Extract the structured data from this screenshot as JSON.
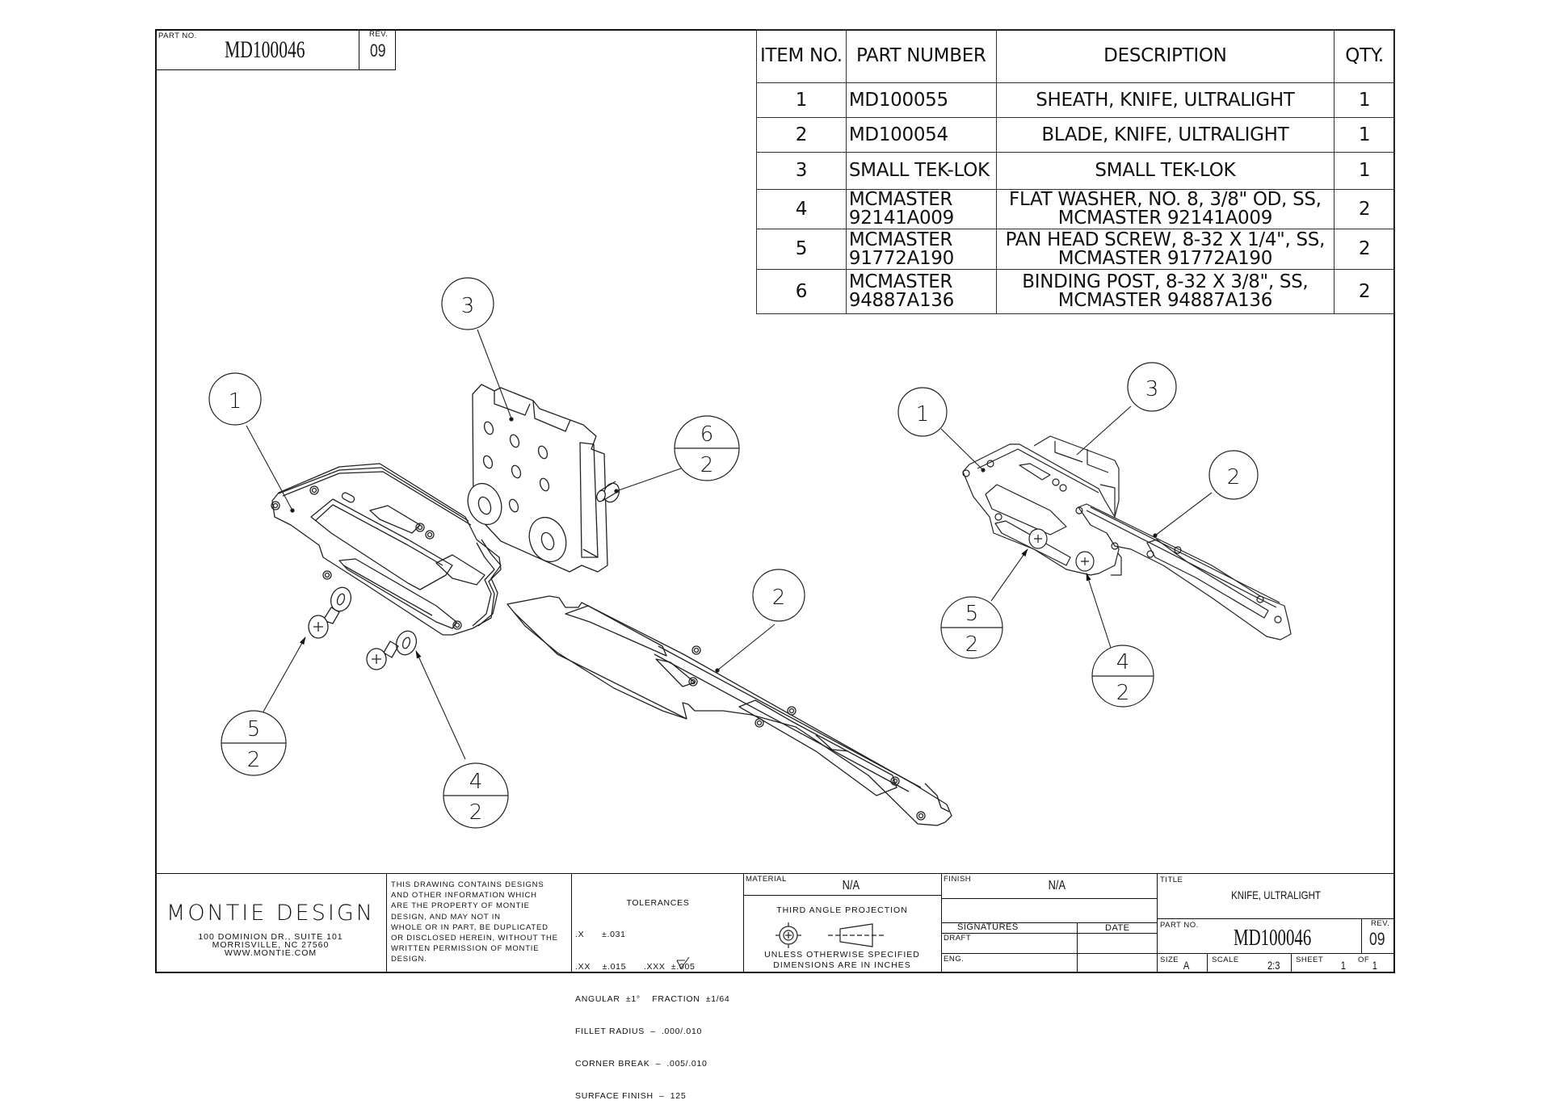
{
  "top_part_box": {
    "part_no_label": "PART NO.",
    "part_no": "MD100046",
    "rev_label": "REV.",
    "rev": "09"
  },
  "bom": {
    "headers": [
      "ITEM NO.",
      "PART NUMBER",
      "DESCRIPTION",
      "QTY."
    ],
    "rows": [
      {
        "item": "1",
        "part_line1": "MD100055",
        "part_line2": "",
        "desc_line1": "SHEATH, KNIFE, ULTRALIGHT",
        "desc_line2": "",
        "qty": "1"
      },
      {
        "item": "2",
        "part_line1": "MD100054",
        "part_line2": "",
        "desc_line1": "BLADE, KNIFE, ULTRALIGHT",
        "desc_line2": "",
        "qty": "1"
      },
      {
        "item": "3",
        "part_line1": "SMALL TEK-LOK",
        "part_line2": "",
        "desc_line1": "SMALL TEK-LOK",
        "desc_line2": "",
        "qty": "1"
      },
      {
        "item": "4",
        "part_line1": "MCMASTER",
        "part_line2": "92141A009",
        "desc_line1": "FLAT WASHER, NO. 8, 3/8\" OD, SS,",
        "desc_line2": "MCMASTER 92141A009",
        "qty": "2"
      },
      {
        "item": "5",
        "part_line1": "MCMASTER",
        "part_line2": "91772A190",
        "desc_line1": "PAN HEAD SCREW, 8-32 X 1/4\", SS,",
        "desc_line2": "MCMASTER 91772A190",
        "qty": "2"
      },
      {
        "item": "6",
        "part_line1": "MCMASTER",
        "part_line2": "94887A136",
        "desc_line1": "BINDING POST, 8-32 X 3/8\", SS,",
        "desc_line2": "MCMASTER 94887A136",
        "qty": "2"
      }
    ]
  },
  "views": {
    "exploded": {
      "balloons": [
        {
          "item": "1",
          "qty": ""
        },
        {
          "item": "3",
          "qty": ""
        },
        {
          "item": "6",
          "qty": "2"
        },
        {
          "item": "2",
          "qty": ""
        },
        {
          "item": "5",
          "qty": "2"
        },
        {
          "item": "4",
          "qty": "2"
        }
      ]
    },
    "assembled": {
      "balloons": [
        {
          "item": "1",
          "qty": ""
        },
        {
          "item": "3",
          "qty": ""
        },
        {
          "item": "2",
          "qty": ""
        },
        {
          "item": "5",
          "qty": "2"
        },
        {
          "item": "4",
          "qty": "2"
        }
      ]
    }
  },
  "title_block": {
    "company": "MONTIE DESIGN",
    "address_line1": "100 DOMINION DR., SUITE 101",
    "address_line2": "MORRISVILLE, NC 27560",
    "address_line3": "WWW.MONTIE.COM",
    "notice": [
      "THIS DRAWING CONTAINS DESIGNS",
      "AND OTHER INFORMATION WHICH",
      "ARE THE PROPERTY OF MONTIE",
      "DESIGN, AND MAY NOT IN",
      "WHOLE OR IN PART, BE DUPLICATED",
      "OR DISCLOSED HEREIN, WITHOUT THE",
      "WRITTEN PERMISSION OF MONTIE",
      "DESIGN."
    ],
    "tolerances": {
      "title": "TOLERANCES",
      "x": ".X      ±.031",
      "xx": ".XX    ±.015      .XXX  ±.005",
      "angular": "ANGULAR  ±1°    FRACTION  ±1/64",
      "fillet": "FILLET RADIUS  –  .000/.010",
      "corner": "CORNER BREAK  –  .005/.010",
      "surface": "SURFACE FINISH  –  125"
    },
    "material_label": "MATERIAL",
    "material": "N/A",
    "projection_title": "THIRD ANGLE PROJECTION",
    "units_note_line1": "UNLESS OTHERWISE SPECIFIED",
    "units_note_line2": "DIMENSIONS ARE IN INCHES",
    "finish_label": "FINISH",
    "finish": "N/A",
    "signatures_label": "SIGNATURES",
    "date_label": "DATE",
    "draft_label": "DRAFT",
    "eng_label": "ENG.",
    "title_label": "TITLE",
    "title": "KNIFE, ULTRALIGHT",
    "part_no_label": "PART NO.",
    "part_no": "MD100046",
    "rev_label": "REV.",
    "rev": "09",
    "size_label": "SIZE",
    "size": "A",
    "scale_label": "SCALE",
    "scale": "2:3",
    "sheet_label": "SHEET",
    "sheet": "1",
    "of_label": "OF",
    "sheet_total": "1"
  }
}
